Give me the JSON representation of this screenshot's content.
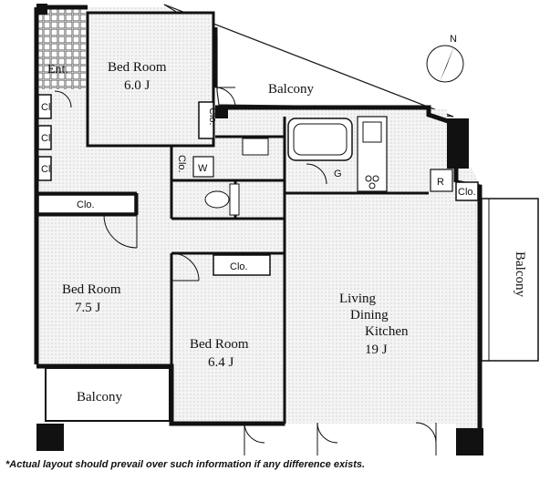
{
  "note_top": "*Actual layout should prevail over such information if any difference exists.",
  "note_bottom": "*Actual layout should prevail over such information if any difference exists.",
  "rooms": {
    "entrance": "Ent.",
    "bed_top_name": "Bed Room",
    "bed_top_size": "6.0 J",
    "balcony_top": "Balcony",
    "bed_left_name": "Bed Room",
    "bed_left_size": "7.5  J",
    "bed_mid_name": "Bed Room",
    "bed_mid_size": "6.4 J",
    "ldk_line1": "Living",
    "ldk_line2": "Dining",
    "ldk_line3": "Kitchen",
    "ldk_size": "19  J",
    "balcony_right": "Balcony",
    "balcony_bottom": "Balcony"
  },
  "closets": {
    "clo_bed_top": "Clo.",
    "clo_left_1": "Cl",
    "clo_left_2": "Cl",
    "clo_left_3": "Cl",
    "clo_hall": "Clo.",
    "clo_bed_left": "Clo.",
    "clo_bed_mid": "Clo.",
    "clo_ldk": "Clo."
  },
  "fixtures": {
    "washer": "W",
    "fridge": "R",
    "gas": "G"
  },
  "compass_label": "N",
  "colors": {
    "floor": "#f2f2f2",
    "wall": "#111111",
    "grid": "#c8c8c8"
  }
}
